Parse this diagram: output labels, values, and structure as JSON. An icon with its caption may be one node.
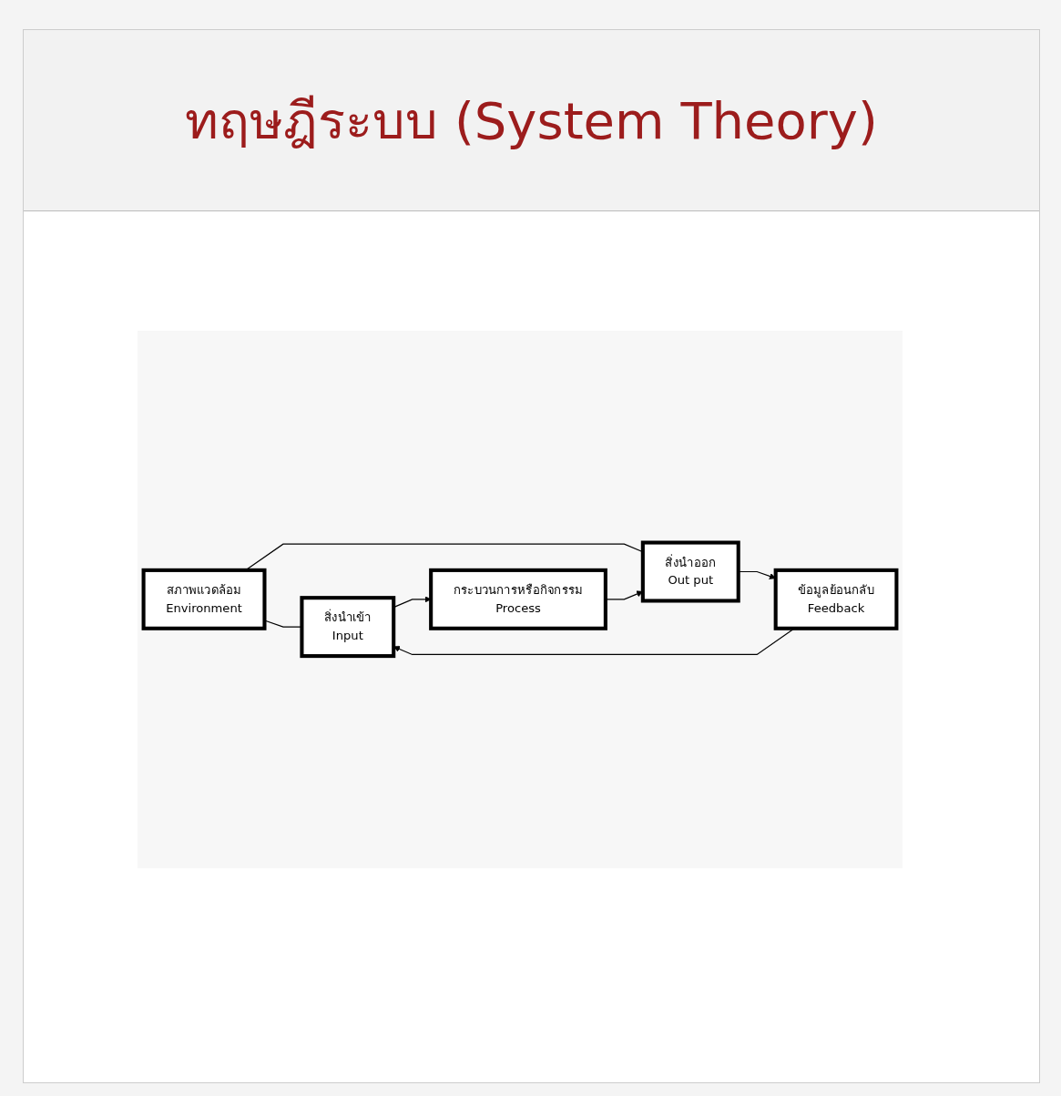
{
  "diagram": {
    "title": "ทฤษฎีระบบ (System Theory)",
    "nodes": [
      {
        "text": [
          "สภาพแวดล้อม",
          "Environment"
        ]
      },
      {
        "text": [
          "สิ่งนำเข้า",
          "Input"
        ]
      },
      {
        "text": [
          "กระบวนการหรือกิจกรรม",
          "Process"
        ]
      },
      {
        "text": [
          "สิ่งนำออก",
          "Out put"
        ]
      },
      {
        "text": [
          "ข้อมูลย้อนกลับ",
          "Feedback"
        ]
      }
    ],
    "edges": [
      {
        "from": 0,
        "to": 1,
        "arrow": "none"
      },
      {
        "from": 0,
        "to": 3,
        "arrow": "none"
      },
      {
        "from": 1,
        "to": 2,
        "arrow": "to"
      },
      {
        "from": 2,
        "to": 3,
        "arrow": "to"
      },
      {
        "from": 3,
        "to": 4,
        "arrow": "to"
      },
      {
        "from": 4,
        "to": 1,
        "arrow": "to"
      }
    ]
  }
}
